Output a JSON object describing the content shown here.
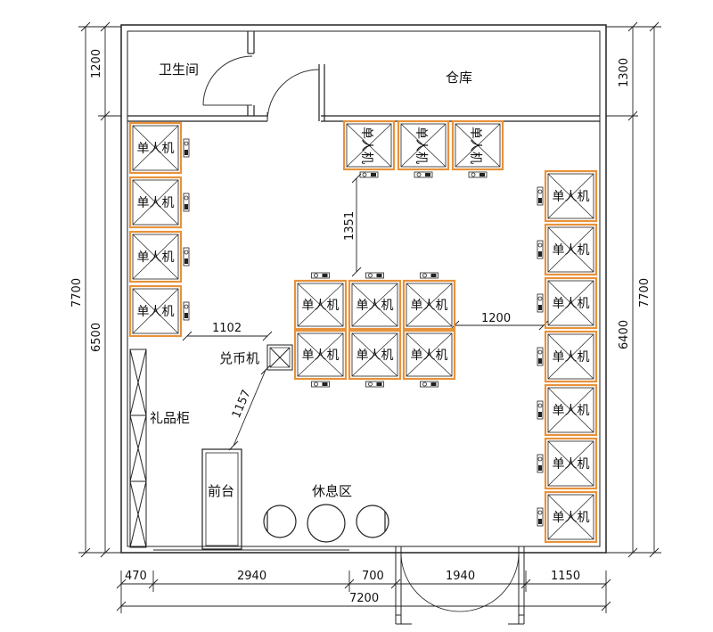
{
  "rooms": {
    "toilet": "卫生间",
    "warehouse": "仓库",
    "gift_cabinet": "礼品柜",
    "front_desk": "前台",
    "rest_area": "休息区",
    "coin_machine": "兑币机"
  },
  "machine_label": "单人机",
  "dimensions": {
    "left_top": "1200",
    "left_total": "7700",
    "left_mid": "6500",
    "right_top": "1300",
    "right_total": "7700",
    "right_mid": "6400",
    "gap_1351": "1351",
    "gap_1102": "1102",
    "gap_1157": "1157",
    "gap_1200": "1200",
    "bottom_470": "470",
    "bottom_2940": "2940",
    "bottom_700": "700",
    "bottom_1940": "1940",
    "bottom_1150": "1150",
    "bottom_total": "7200"
  },
  "colors": {
    "wall": "#222222",
    "machine_outline": "#e8923a",
    "line": "#333333"
  }
}
